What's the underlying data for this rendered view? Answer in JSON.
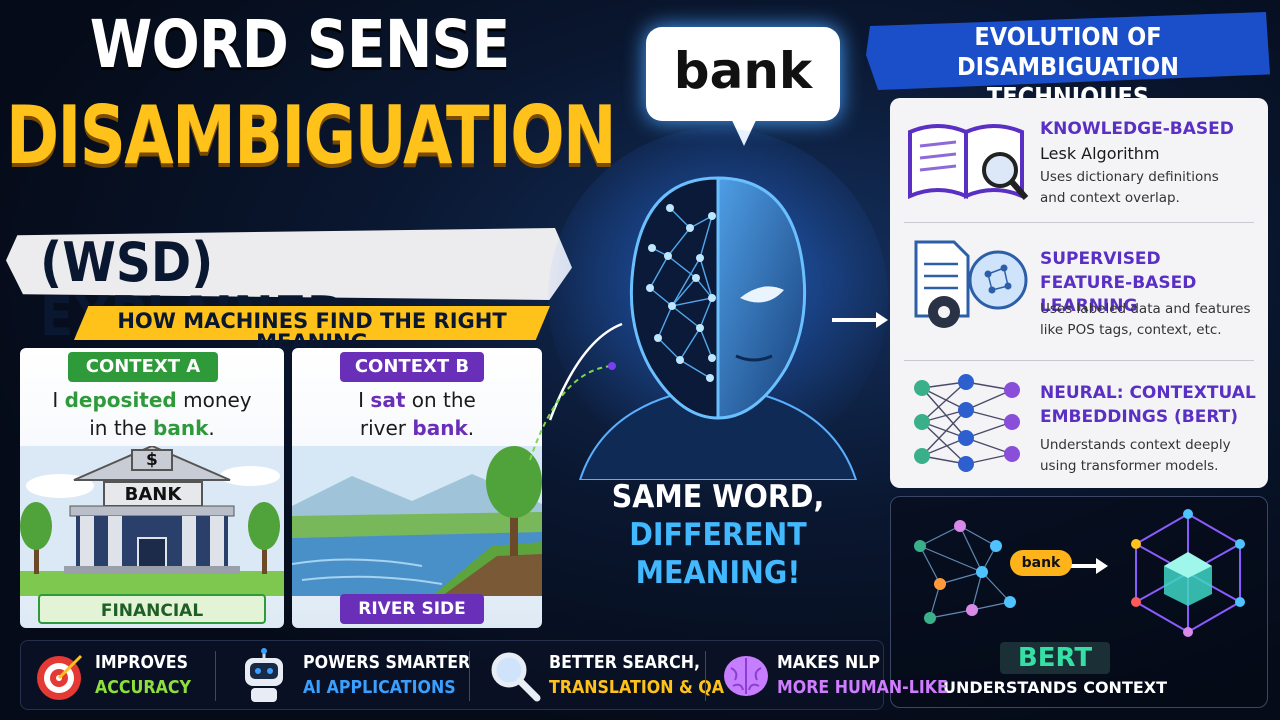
{
  "title": {
    "line1": "WORD SENSE",
    "line2": "DISAMBIGUATION",
    "line3": "(WSD) EXPLAINED",
    "subtitle": "HOW MACHINES FIND THE RIGHT MEANING"
  },
  "bubble_word": "bank",
  "context_a": {
    "tag": "CONTEXT A",
    "sentence_pre": "I ",
    "sentence_highlight": "deposited",
    "sentence_mid": " money",
    "sentence_line2_pre": "in the ",
    "sentence_line2_highlight": "bank",
    "sentence_line2_post": ".",
    "building_sign": "BANK",
    "dollar": "$",
    "label": "FINANCIAL INSTITUTION"
  },
  "context_b": {
    "tag": "CONTEXT B",
    "sentence_pre": "I ",
    "sentence_highlight": "sat",
    "sentence_mid": " on the",
    "sentence_line2_pre": "river ",
    "sentence_line2_highlight": "bank",
    "sentence_line2_post": ".",
    "label": "RIVER SIDE"
  },
  "center_caption": {
    "line1": "SAME WORD,",
    "line2": "DIFFERENT MEANING!"
  },
  "evolution": {
    "title_line1": "EVOLUTION OF",
    "title_line2": "DISAMBIGUATION TECHNIQUES",
    "items": [
      {
        "heading": "KNOWLEDGE-BASED",
        "subheading": "Lesk Algorithm",
        "desc_line1": "Uses dictionary definitions",
        "desc_line2": "and context overlap.",
        "icon": "book-magnifier-icon"
      },
      {
        "heading": "SUPERVISED",
        "heading_line2": "FEATURE-BASED LEARNING",
        "desc_line1": "Uses labeled data and features",
        "desc_line2": "like POS tags, context, etc.",
        "icon": "document-gear-brain-icon"
      },
      {
        "heading": "NEURAL: CONTEXTUAL",
        "heading_line2": "EMBEDDINGS (BERT)",
        "desc_line1": "Understands context deeply",
        "desc_line2": "using transformer models.",
        "icon": "neural-network-icon"
      }
    ]
  },
  "bert": {
    "bank_label": "bank",
    "name": "BERT",
    "subtitle": "UNDERSTANDS CONTEXT"
  },
  "bottom_bar": [
    {
      "line1": "IMPROVES",
      "line2": "ACCURACY",
      "color": "#8de03c",
      "icon": "target-icon"
    },
    {
      "line1": "POWERS SMARTER",
      "line2": "AI APPLICATIONS",
      "color": "#3aa0ff",
      "icon": "robot-icon"
    },
    {
      "line1": "BETTER SEARCH,",
      "line2": "TRANSLATION & QA",
      "color": "#ffc21a",
      "icon": "magnifier-icon"
    },
    {
      "line1": "MAKES NLP",
      "line2": "MORE HUMAN-LIKE",
      "color": "#d07cff",
      "icon": "brain-icon"
    }
  ],
  "colors": {
    "gold": "#ffc21a",
    "purple": "#5a2fc4",
    "green": "#2e9a3a",
    "blue": "#1a4fc9",
    "navy": "#0a1730"
  }
}
